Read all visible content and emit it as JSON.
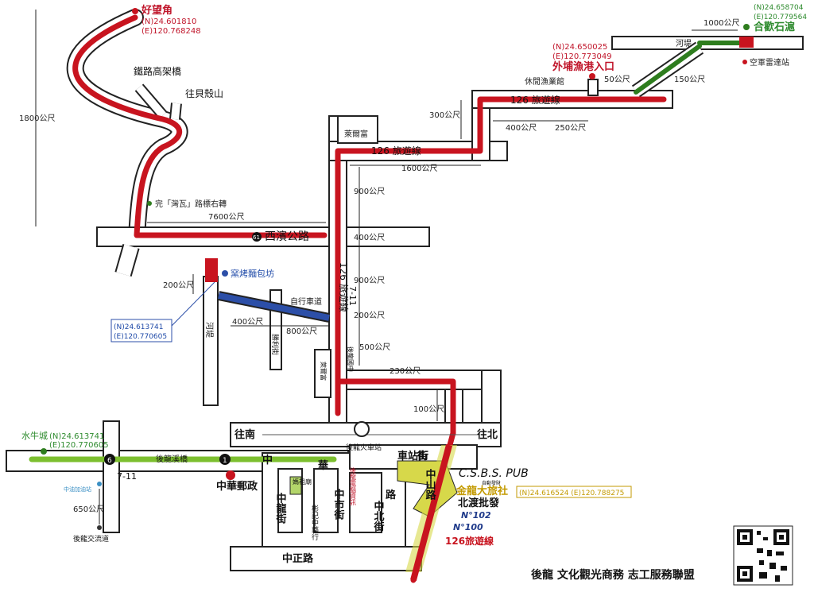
{
  "points": {
    "haowangjiao": {
      "name": "好望角",
      "lat": "(N)24.601810",
      "lon": "(E)120.768248"
    },
    "hehuan": {
      "name": "合歡石滬",
      "lat": "(N)24.658704",
      "lon": "(E)120.779564"
    },
    "waipu": {
      "name": "外埔漁港入口",
      "lat": "(N)24.650025",
      "lon": "(E)120.773049"
    },
    "bakery": {
      "name": "窯烤麵包坊",
      "lat": "(N)24.613741",
      "lon": "(E)120.770605"
    },
    "shuiniu": {
      "name": "水牛城",
      "lat": "(N)24.613741",
      "lon": "(E)120.770605"
    },
    "jinlong": {
      "name": "金龍大旅社",
      "coord": "(N)24.616524 (E)120.788275"
    }
  },
  "labels": {
    "railbridge": "鐵路高架橋",
    "beiling": "往貝殼山",
    "xiyuan": "完「灣瓦」路標右轉",
    "xibin": "西濱公路",
    "r126": "126 旅遊線",
    "r126v": "126 旅遊線",
    "leisure": "休閒漁業館",
    "hedi": "河堤",
    "hedi2": "河堤",
    "airforce": "空軍雷達站",
    "laiermeng": "萊爾富",
    "laiermeng2": "萊爾富",
    "bike": "自行車道",
    "shengli": "勝利街",
    "seven": "7-11",
    "seven2": "7-11",
    "houlong_jie": "後龍國中",
    "station": "後龍火車站",
    "wangnan": "往南",
    "wangbei": "往北",
    "chezhan": "車站街",
    "houlongbridge": "後龍溪橋",
    "zhonghua": "中華郵政",
    "mazu": "媽祖廟",
    "zhonglong": "中龍街",
    "zhongshi": "中市街",
    "zhongbei": "中北街",
    "zhongzheng": "中正路",
    "zhongshan": "中山路",
    "binji": "彬記中藥行",
    "huaxia": "華",
    "zhong1": "中",
    "lu": "路",
    "jie": "街",
    "zhongxin": "中油加油站",
    "jiaoliu": "後龍交流道",
    "csbs": "C.S.B.S. PUB",
    "csbs_sub": "自動發財",
    "beidu": "北渡批發",
    "n102": "N°102",
    "n100": "N°100",
    "travel126": "126旅遊線",
    "shop": "後龍電腦資訊",
    "footer": "後龍 文化觀光商務 志工服務聯盟",
    "shield61": "61",
    "shield6": "6",
    "shield1": "1",
    "signred1": "河堤",
    "signred2": "河堤"
  },
  "distances": {
    "d1800": "1800公尺",
    "d7600": "7600公尺",
    "d1000": "1000公尺",
    "d50": "50公尺",
    "d150": "150公尺",
    "d300": "300公尺",
    "d400a": "400公尺",
    "d250": "250公尺",
    "d1600": "1600公尺",
    "d900a": "900公尺",
    "d400b": "400公尺",
    "d900b": "900公尺",
    "d200a": "200公尺",
    "d500": "500公尺",
    "d230": "230公尺",
    "d100": "100公尺",
    "d200b": "200公尺",
    "d400c": "400公尺",
    "d800": "800公尺",
    "d650": "650公尺"
  },
  "colors": {
    "route": "#c8141f",
    "green": "#7cbf2f",
    "blue": "#2c4fa8",
    "yellow": "#d7d84a"
  }
}
